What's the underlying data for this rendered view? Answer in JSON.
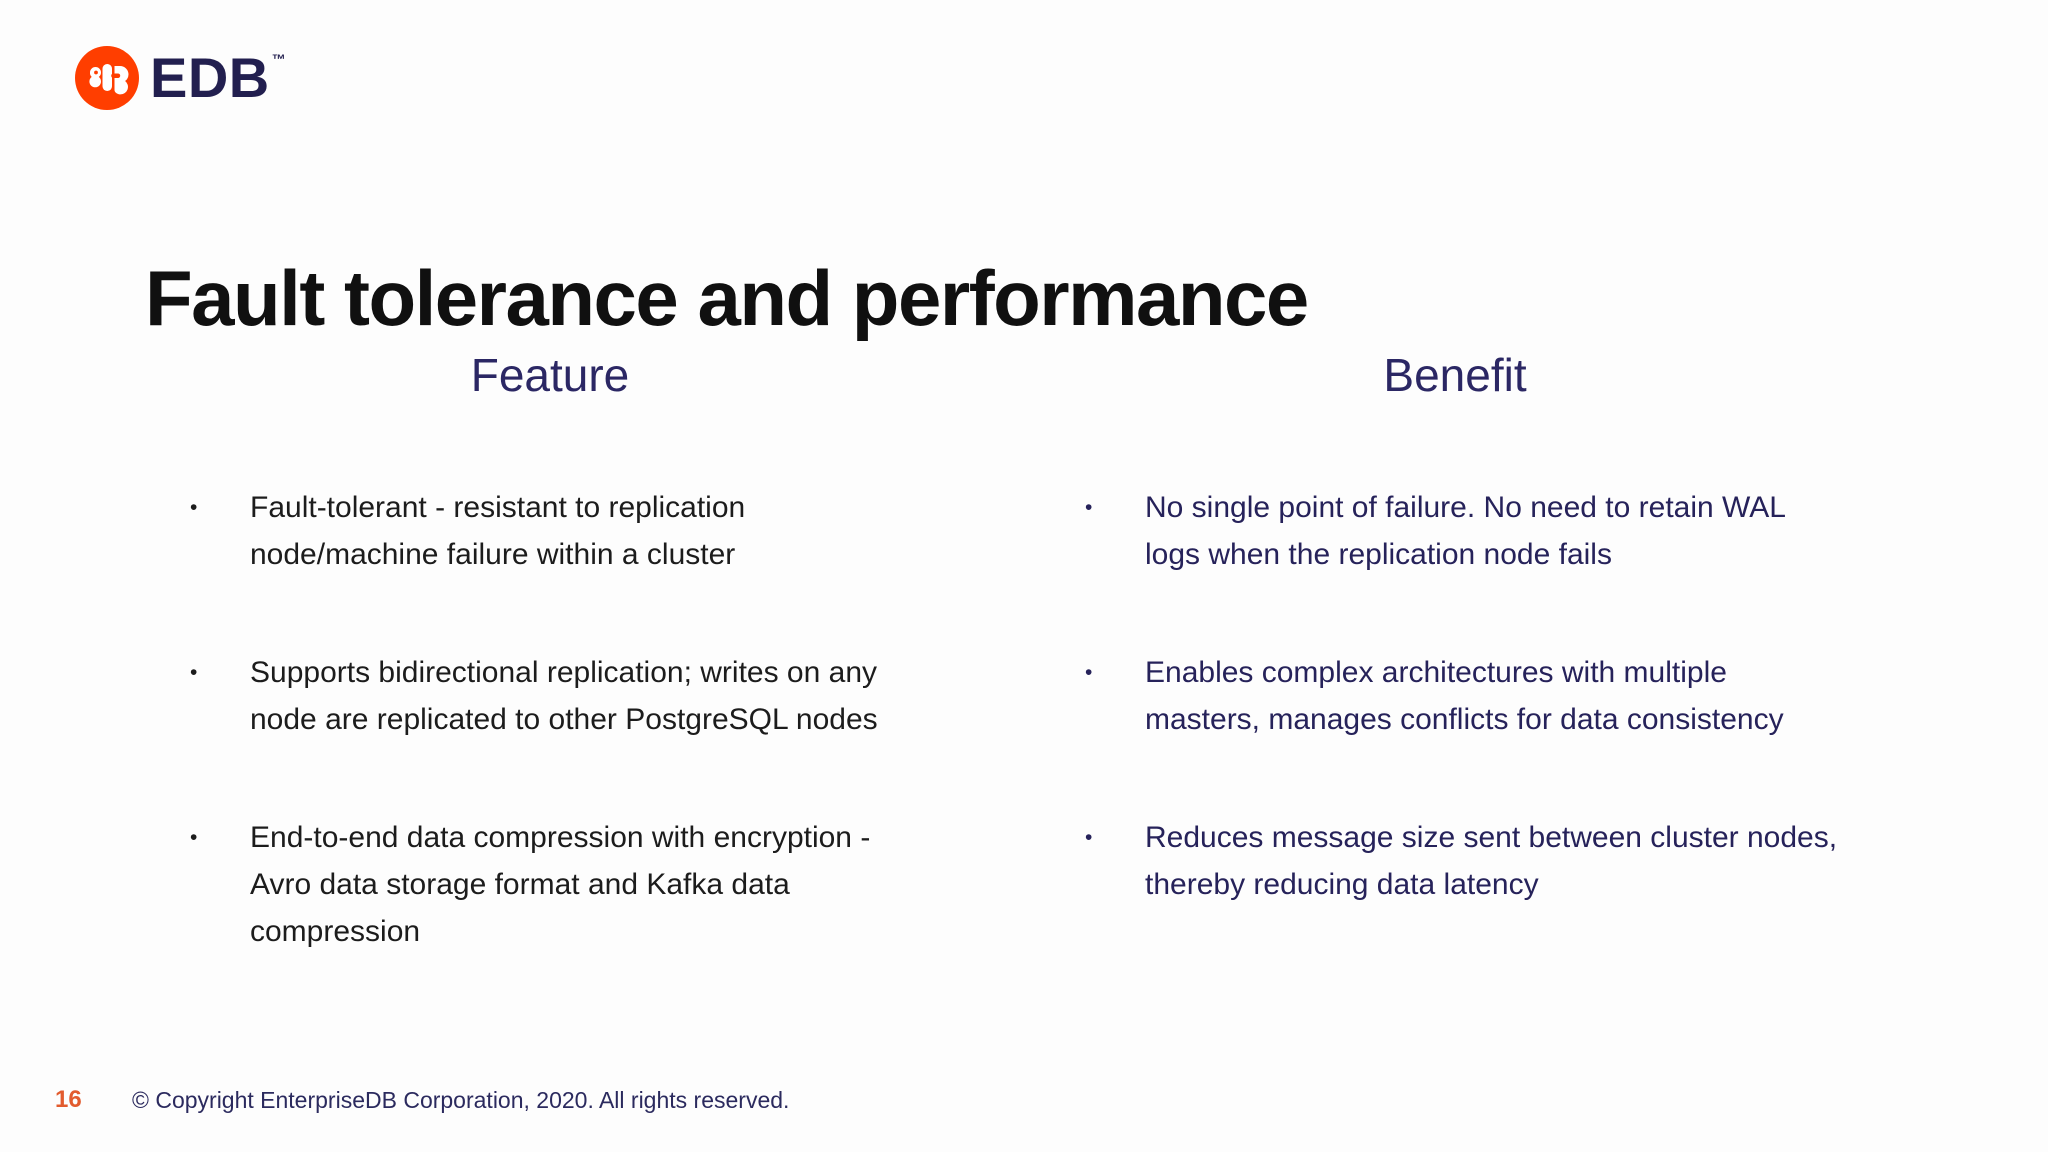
{
  "logo": {
    "text": "EDB",
    "trademark": "™"
  },
  "slide": {
    "title": "Fault tolerance and performance"
  },
  "columns": [
    {
      "header": "Feature",
      "bullets": [
        "Fault-tolerant - resistant to replication\nnode/machine failure within a cluster",
        "Supports bidirectional replication; writes on any\nnode are replicated to other PostgreSQL nodes",
        "End-to-end data compression with encryption -\nAvro data storage format and Kafka data\ncompression"
      ]
    },
    {
      "header": "Benefit",
      "bullets": [
        "No single point of failure. No need to retain WAL\nlogs when the replication node fails",
        "Enables complex architectures with multiple\nmasters, manages conflicts for data consistency",
        "Reduces message size sent between cluster nodes,\nthereby reducing data latency"
      ]
    }
  ],
  "bullet_glyph": "•",
  "footer": {
    "page_number": "16",
    "copyright": "© Copyright EnterpriseDB Corporation, 2020. All rights reserved."
  },
  "colors": {
    "brand_orange": "#ff3e00",
    "brand_navy": "#221f4f",
    "column_header_navy": "#2b2764",
    "benefit_text_navy": "#26225a",
    "feature_text_dark": "#1c1c1c",
    "page_number_orange": "#e25b2e",
    "background": "#fdfdfd"
  }
}
